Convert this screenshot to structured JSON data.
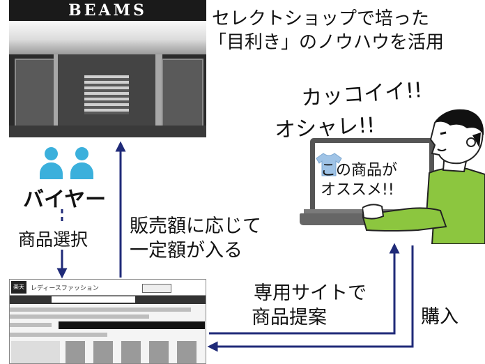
{
  "store": {
    "sign_text": "BEAMS"
  },
  "headline": {
    "line1": "セレクトショップで培った",
    "line2": "「目利き」のノウハウを活用"
  },
  "buyer": {
    "label": "バイヤー",
    "action": "商品選択"
  },
  "payment": {
    "line1": "販売額に応じて",
    "line2": "一定額が入る"
  },
  "user": {
    "exclaim1": "カッコイイ!!",
    "exclaim2": "オシャレ!!",
    "screen_line1": "この商品が",
    "screen_line2": "オススメ!!"
  },
  "proposal": {
    "line1": "専用サイトで",
    "line2": "商品提案"
  },
  "purchase": {
    "label": "購入"
  },
  "shop_site": {
    "logo": "楽天",
    "title": "レディースファッション"
  },
  "colors": {
    "accent_blue": "#1f2a78",
    "figure_blue": "#3bb0dc",
    "person_green": "#8cc63f"
  }
}
